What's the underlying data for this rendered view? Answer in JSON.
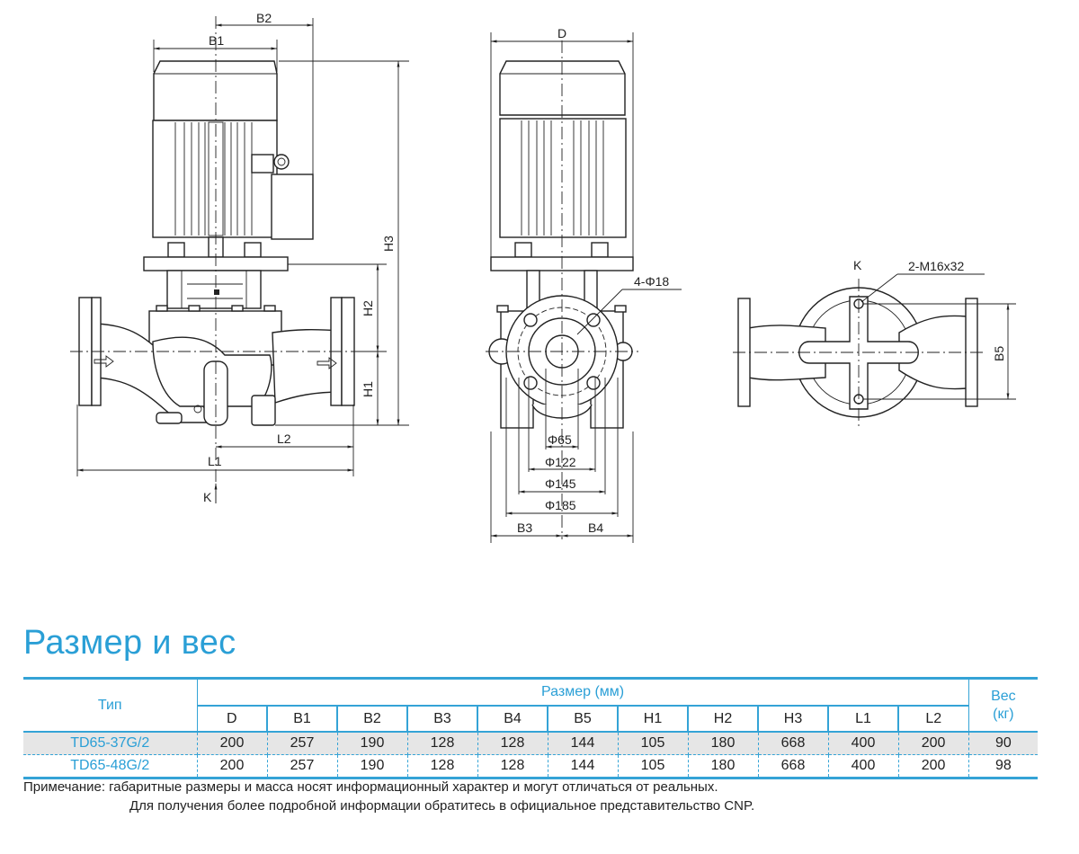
{
  "drawing": {
    "front_view": {
      "labels": {
        "b1": "B1",
        "b2": "B2",
        "h1": "H1",
        "h2": "H2",
        "h3": "H3",
        "l1": "L1",
        "l2": "L2",
        "k": "K"
      }
    },
    "side_view": {
      "labels": {
        "d": "D",
        "b3": "B3",
        "b4": "B4",
        "holes": "4-Φ18",
        "d65": "Φ65",
        "d122": "Φ122",
        "d145": "Φ145",
        "d185": "Φ185"
      }
    },
    "bottom_view": {
      "labels": {
        "k": "K",
        "bolts": "2-M16x32",
        "b5": "B5"
      }
    }
  },
  "section": {
    "title": "Размер и вес"
  },
  "table": {
    "type_header": "Тип",
    "size_header": "Размер (мм)",
    "weight_header_line1": "Вес",
    "weight_header_line2": "(кг)",
    "columns": [
      "D",
      "B1",
      "B2",
      "B3",
      "B4",
      "B5",
      "H1",
      "H2",
      "H3",
      "L1",
      "L2"
    ],
    "rows": [
      {
        "type": "TD65-37G/2",
        "values": [
          "200",
          "257",
          "190",
          "128",
          "128",
          "144",
          "105",
          "180",
          "668",
          "400",
          "200"
        ],
        "weight": "90"
      },
      {
        "type": "TD65-48G/2",
        "values": [
          "200",
          "257",
          "190",
          "128",
          "128",
          "144",
          "105",
          "180",
          "668",
          "400",
          "200"
        ],
        "weight": "98"
      }
    ]
  },
  "note": {
    "line1": "Примечание: габаритные размеры и масса носят информационный характер и могут отличаться от реальных.",
    "line2": "Для получения более подробной информации обратитесь в официальное представительство CNP."
  },
  "colors": {
    "accent": "#2a9fd6",
    "row_shade": "#e6e6e6"
  }
}
